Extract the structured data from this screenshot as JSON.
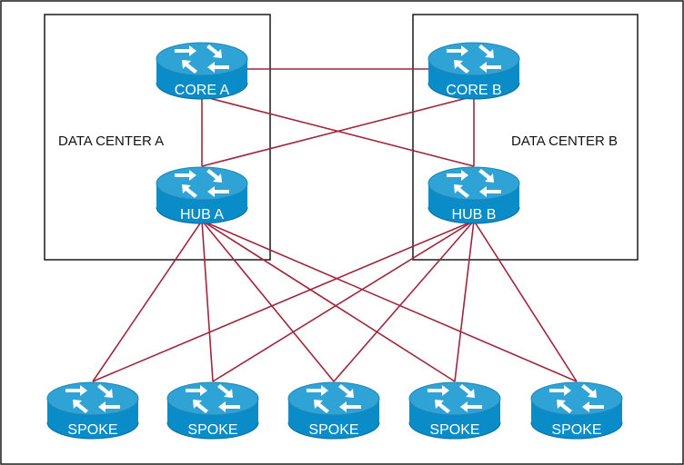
{
  "colors": {
    "link": "#a0263a",
    "router_top": "#2fa3d6",
    "router_body": "#0a8cc8",
    "router_dark": "#086f9f",
    "frame": "#1a1a1a"
  },
  "datacenters": {
    "a": {
      "label": "DATA CENTER A"
    },
    "b": {
      "label": "DATA CENTER B"
    }
  },
  "nodes": {
    "core_a": {
      "label": "CORE A",
      "icon": "router-icon"
    },
    "core_b": {
      "label": "CORE B",
      "icon": "router-icon"
    },
    "hub_a": {
      "label": "HUB A",
      "icon": "router-icon"
    },
    "hub_b": {
      "label": "HUB B",
      "icon": "router-icon"
    },
    "spoke_1": {
      "label": "SPOKE",
      "icon": "router-icon"
    },
    "spoke_2": {
      "label": "SPOKE",
      "icon": "router-icon"
    },
    "spoke_3": {
      "label": "SPOKE",
      "icon": "router-icon"
    },
    "spoke_4": {
      "label": "SPOKE",
      "icon": "router-icon"
    },
    "spoke_5": {
      "label": "SPOKE",
      "icon": "router-icon"
    }
  },
  "links": [
    [
      "core_a",
      "core_b"
    ],
    [
      "core_a",
      "hub_a"
    ],
    [
      "core_b",
      "hub_b"
    ],
    [
      "core_a",
      "hub_b"
    ],
    [
      "core_b",
      "hub_a"
    ],
    [
      "hub_a",
      "spoke_1"
    ],
    [
      "hub_a",
      "spoke_2"
    ],
    [
      "hub_a",
      "spoke_3"
    ],
    [
      "hub_a",
      "spoke_4"
    ],
    [
      "hub_a",
      "spoke_5"
    ],
    [
      "hub_b",
      "spoke_1"
    ],
    [
      "hub_b",
      "spoke_2"
    ],
    [
      "hub_b",
      "spoke_3"
    ],
    [
      "hub_b",
      "spoke_4"
    ],
    [
      "hub_b",
      "spoke_5"
    ]
  ]
}
